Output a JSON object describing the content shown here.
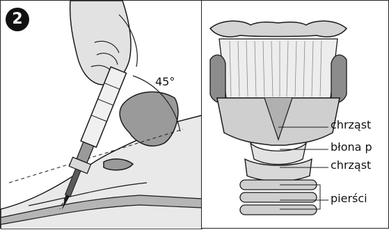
{
  "panel_left": {
    "step_number": "2",
    "angle_label": "45°"
  },
  "panel_right": {
    "labels": [
      "chrząst",
      "błona p",
      "chrząst",
      "pierści"
    ]
  },
  "colors": {
    "outline": "#1a1a1a",
    "fill_gray": "#b8b8b8",
    "fill_light": "#e4e4e4",
    "fill_dark": "#8c8c8c"
  }
}
